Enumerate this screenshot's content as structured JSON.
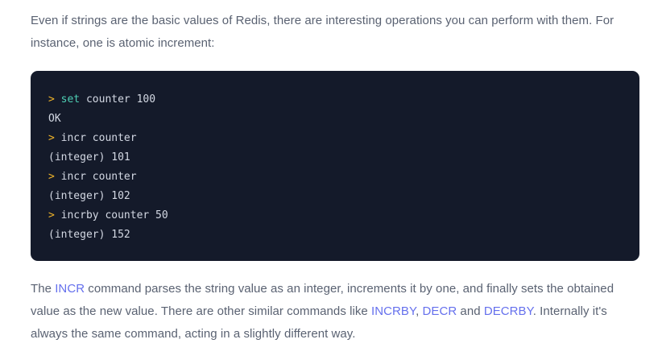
{
  "article": {
    "intro_paragraph": {
      "text": "Even if strings are the basic values of Redis, there are interesting operations you can perform with them. For instance, one is atomic increment:"
    },
    "outro_paragraph": {
      "seg_1": "The ",
      "link_incr": "INCR",
      "seg_2": " command parses the string value as an integer, increments it by one, and finally sets the obtained value as the new value. There are other similar commands like ",
      "link_incrby": "INCRBY",
      "seg_3": ", ",
      "link_decr": "DECR",
      "seg_4": " and ",
      "link_decrby": "DECRBY",
      "seg_5": ". Internally it's always the same command, acting in a slightly different way."
    }
  },
  "code_block": {
    "background_color": "#141a2a",
    "prompt_color": "#f0b429",
    "command_color": "#4ecfb4",
    "text_color": "#d3d8e3",
    "lines": [
      {
        "prompt": ">",
        "command": "set",
        "rest": " counter 100"
      },
      {
        "prompt": "",
        "command": "",
        "rest": "OK"
      },
      {
        "prompt": ">",
        "command": "",
        "rest": "incr counter"
      },
      {
        "prompt": "",
        "command": "",
        "rest": "(integer) 101"
      },
      {
        "prompt": ">",
        "command": "",
        "rest": "incr counter"
      },
      {
        "prompt": "",
        "command": "",
        "rest": "(integer) 102"
      },
      {
        "prompt": ">",
        "command": "",
        "rest": "incrby counter 50"
      },
      {
        "prompt": "",
        "command": "",
        "rest": "(integer) 152"
      }
    ]
  },
  "theme": {
    "page_background": "#ffffff",
    "body_text_color": "#5a6272",
    "link_color": "#6570ed"
  }
}
